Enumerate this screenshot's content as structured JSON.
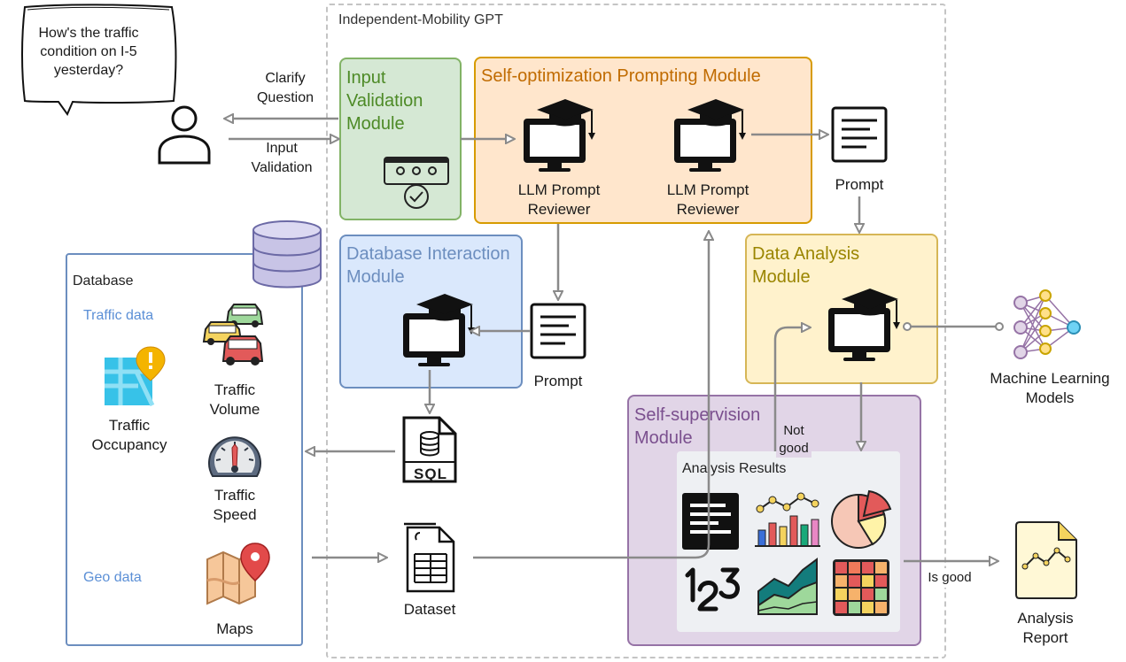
{
  "container": {
    "title": "Independent-Mobility GPT"
  },
  "user": {
    "bubble": "How's the traffic condition on I-5 yesterday?",
    "clarify": "Clarify Question",
    "input_validation": "Input Validation"
  },
  "modules": {
    "input_validation": {
      "title": "Input Validation Module"
    },
    "self_optimization": {
      "title": "Self-optimization Prompting Module",
      "reviewer_1": "LLM Prompt Reviewer",
      "reviewer_2": "LLM Prompt Reviewer"
    },
    "database_interaction": {
      "title": "Database Interaction Module"
    },
    "data_analysis": {
      "title": "Data Analysis Module"
    },
    "self_supervision": {
      "title": "Self-supervision Module",
      "results_title": "Analysis Results"
    }
  },
  "database": {
    "title": "Database",
    "traffic_section": "Traffic data",
    "geo_section": "Geo data",
    "items": {
      "volume": "Traffic Volume",
      "occupancy": "Traffic Occupancy",
      "speed": "Traffic Speed",
      "maps": "Maps"
    }
  },
  "artifacts": {
    "prompt_top": "Prompt",
    "prompt_mid": "Prompt",
    "sql": "SQL",
    "dataset": "Dataset",
    "ml_models": "Machine Learning Models",
    "report": "Analysis Report"
  },
  "edges": {
    "not_good": "Not good",
    "is_good": "Is good"
  },
  "colors": {
    "input_validation": "#82b366",
    "self_optimization": "#d79b00",
    "database_interaction": "#6c8ebf",
    "data_analysis": "#d6b656",
    "self_supervision": "#9673a6",
    "database": "#6c8ebf",
    "arrow": "#8a8a8a"
  }
}
